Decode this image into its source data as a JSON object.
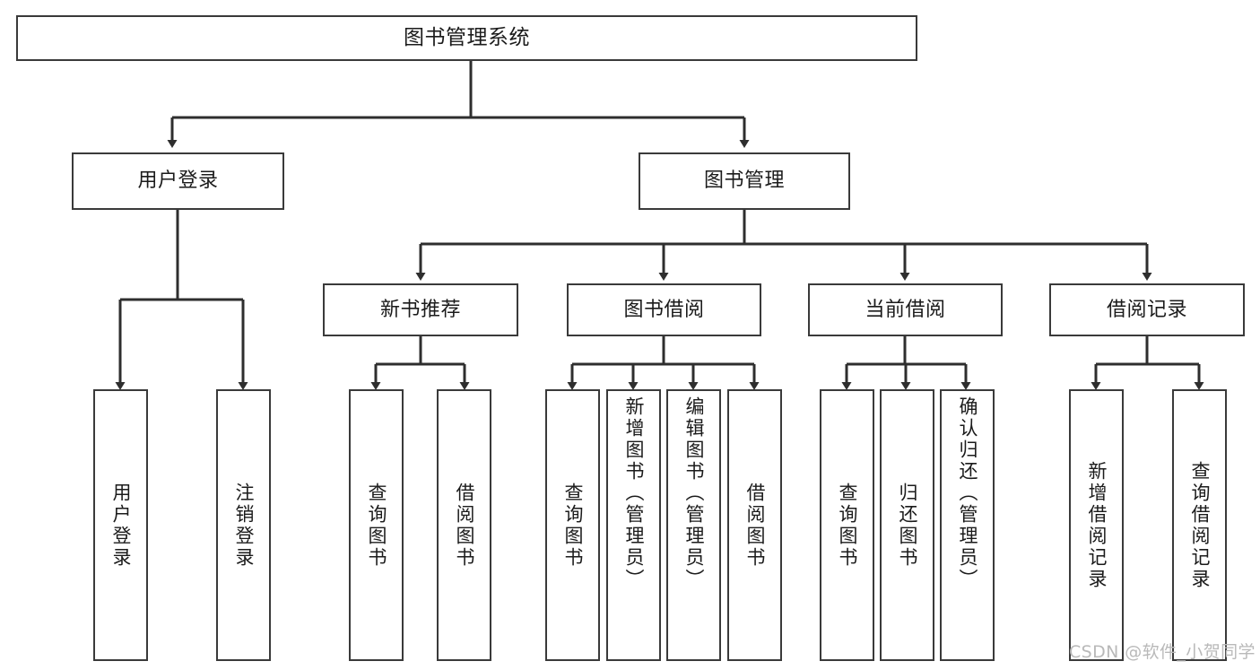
{
  "diagram": {
    "title": "图书管理系统",
    "type": "hierarchy-tree",
    "root": {
      "id": "root",
      "label": "图书管理系统"
    },
    "level2": [
      {
        "id": "user-login",
        "label": "用户登录"
      },
      {
        "id": "book-manage",
        "label": "图书管理"
      }
    ],
    "level3": [
      {
        "id": "new-book-rec",
        "label": "新书推荐"
      },
      {
        "id": "book-borrow",
        "label": "图书借阅"
      },
      {
        "id": "current-borrow",
        "label": "当前借阅"
      },
      {
        "id": "borrow-record",
        "label": "借阅记录"
      }
    ],
    "leaves": {
      "user_login": [
        {
          "id": "leaf-user-login",
          "label": "用户登录"
        },
        {
          "id": "leaf-logout",
          "label": "注销登录"
        }
      ],
      "new_book_rec": [
        {
          "id": "leaf-query-book-1",
          "label": "查询图书"
        },
        {
          "id": "leaf-borrow-book-1",
          "label": "借阅图书"
        }
      ],
      "book_borrow": [
        {
          "id": "leaf-query-book-2",
          "label": "查询图书"
        },
        {
          "id": "leaf-add-book",
          "label": "新增图书（管理员）"
        },
        {
          "id": "leaf-edit-book",
          "label": "编辑图书（管理员）"
        },
        {
          "id": "leaf-borrow-book-2",
          "label": "借阅图书"
        }
      ],
      "current_borrow": [
        {
          "id": "leaf-query-book-3",
          "label": "查询图书"
        },
        {
          "id": "leaf-return-book",
          "label": "归还图书"
        },
        {
          "id": "leaf-confirm-return",
          "label": "确认归还（管理员）"
        }
      ],
      "borrow_record": [
        {
          "id": "leaf-add-record",
          "label": "新增借阅记录"
        },
        {
          "id": "leaf-query-record",
          "label": "查询借阅记录"
        }
      ]
    }
  },
  "watermark": {
    "text": "CSDN @软件_小贺同学"
  },
  "colors": {
    "stroke": "#3a3a3a",
    "text": "#1b1b1b",
    "background": "#ffffff",
    "watermark": "#b9b9b9"
  }
}
